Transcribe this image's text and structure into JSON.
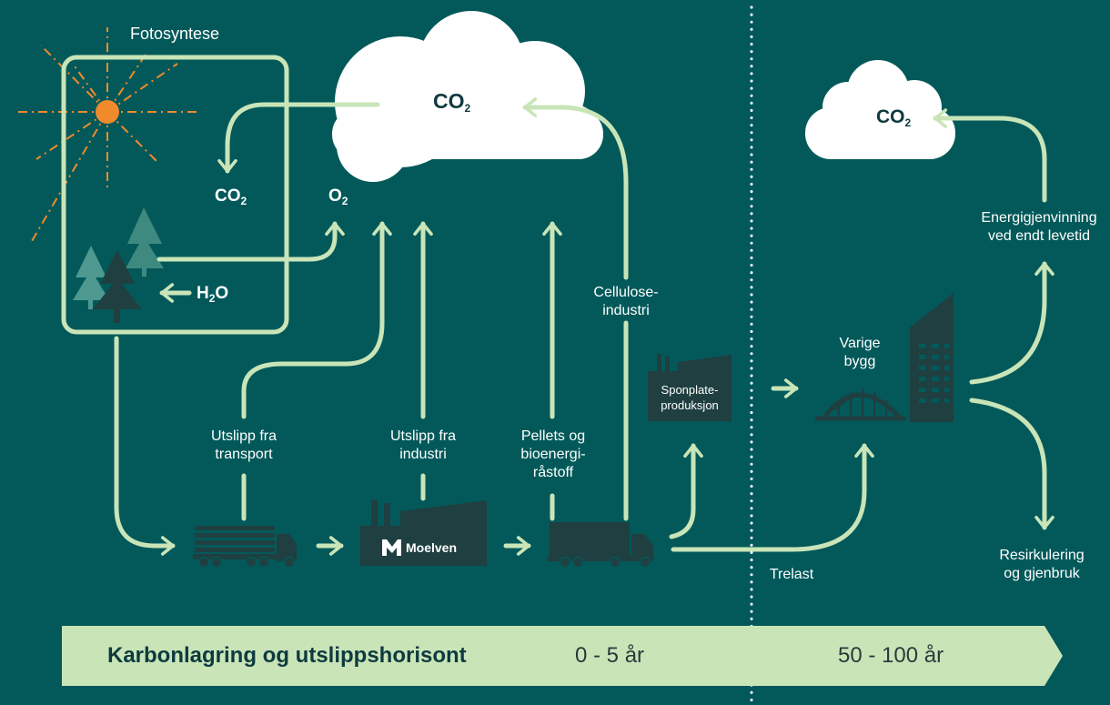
{
  "labels": {
    "fotosyntese": "Fotosyntese",
    "utslipp_transport": "Utslipp fra\ntransport",
    "utslipp_industri": "Utslipp fra\nindustri",
    "pellets": "Pellets og\nbioenergi-\nråstoff",
    "cellulose": "Cellulose-\nindustri",
    "sponplate": "Sponplate-\nproduksjon",
    "varige_bygg": "Varige\nbygg",
    "trelast": "Trelast",
    "energi": "Energigjenvinning\nved endt levetid",
    "resirkulering": "Resirkulering\nog gjenbruk",
    "moelven": "Moelven"
  },
  "chem": {
    "co2_main": {
      "base": "CO",
      "sub": "2"
    },
    "co2_right": {
      "base": "CO",
      "sub": "2"
    },
    "co2_box": {
      "base": "CO",
      "sub": "2"
    },
    "o2": {
      "base": "O",
      "sub": "2"
    },
    "h2o": {
      "pre": "H",
      "sub": "2",
      "post": "O"
    }
  },
  "banner": {
    "title": "Karbonlagring og utslippshorisont",
    "period1": "0 - 5 år",
    "period2": "50 - 100 år"
  },
  "colors": {
    "background": "#03595a",
    "arrow": "#c9e5b8",
    "cloud": "#ffffff",
    "dark": "#1f3f40",
    "sun": "#f08a2c",
    "banner": "#c9e5b8"
  }
}
